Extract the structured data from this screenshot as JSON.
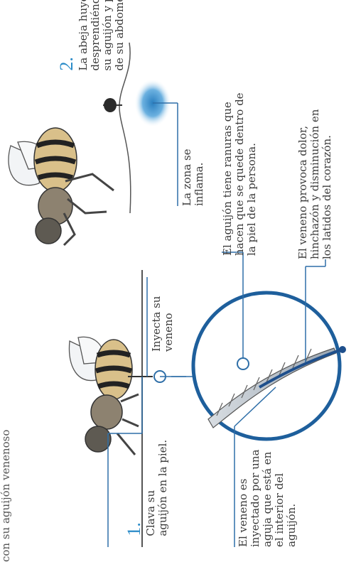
{
  "header_fragment": "con su aguijón venenoso",
  "steps": [
    {
      "number": "1.",
      "text": "Clava su\naguijón en la piel."
    },
    {
      "number": "2.",
      "text": "La abeja huye\ndesprendiéndose de\nsu aguijón y parte\nde su abdomen."
    }
  ],
  "annotations": {
    "inyecta": "Inyecta su\nveneno",
    "inflama": "La zona se\ninflama.",
    "ranuras": "El aguijón tiene ranuras que\nhacen que se quede dentro de\nla piel de la persona.",
    "dolor": "El veneno provoca dolor,\nhinchazón y disminución en\nlos latidos del corazón.",
    "inyectado": "El veneno es\ninyectado por una\naguja que está en\nel interior del\naguijón."
  },
  "colors": {
    "accent": "#2a8bc8",
    "ring": "#1e5f9c",
    "line": "#2f6fa8",
    "swelling": "#8fc3e6"
  }
}
